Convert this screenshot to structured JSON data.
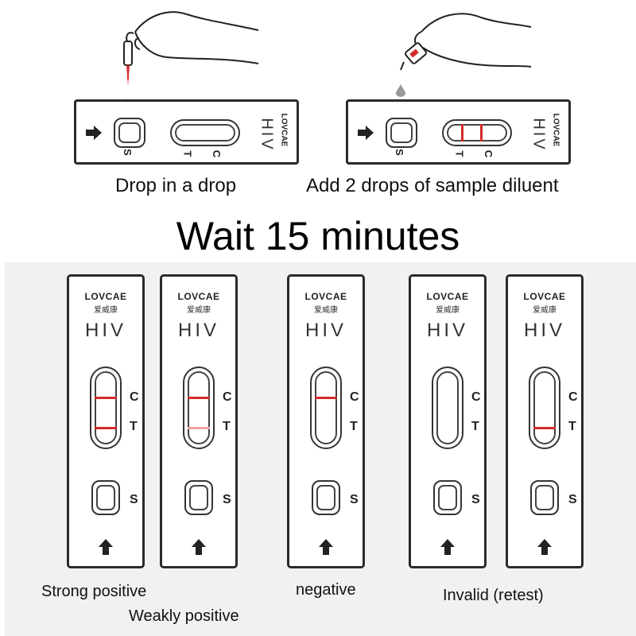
{
  "steps": {
    "step1": "Drop in a drop",
    "step2": "Add 2 drops of sample diluent"
  },
  "headline": "Wait 15 minutes",
  "device": {
    "brand": "LOVCAE",
    "brand_sub": "爱威康",
    "test": "HIV",
    "label_c": "C",
    "label_t": "T",
    "label_s": "S"
  },
  "results": {
    "strong_positive": "Strong positive",
    "weakly_positive": "Weakly positive",
    "negative": "negative",
    "invalid": "Invalid (retest)"
  },
  "colors": {
    "line_strong": "#d42a2a",
    "line_weak": "#f0a3a3",
    "blood": "#d42a2a"
  }
}
